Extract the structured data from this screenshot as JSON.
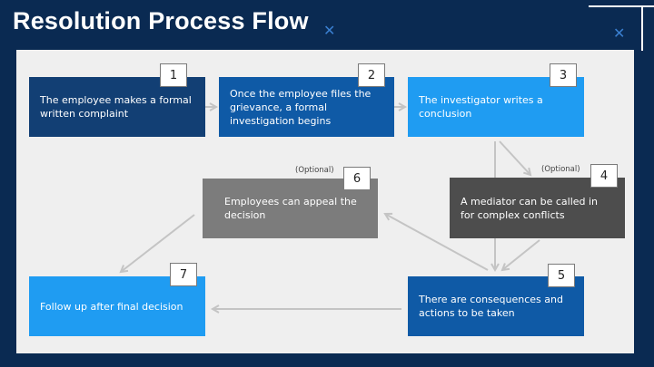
{
  "title": "Resolution Process Flow",
  "decor": {
    "x_glyph": "✕"
  },
  "colors": {
    "background": "#0a2a52",
    "panel": "#efefef",
    "dark_navy": "#123f74",
    "mid_blue": "#0f5aa6",
    "light_blue": "#1f9cf2",
    "dark_gray": "#4d4d4d",
    "gray": "#7c7c7c",
    "arrow": "#c4c4c4"
  },
  "steps": [
    {
      "number": "1",
      "text": "The employee makes a formal written complaint",
      "optional_label": ""
    },
    {
      "number": "2",
      "text": "Once the employee files the grievance, a formal investigation begins",
      "optional_label": ""
    },
    {
      "number": "3",
      "text": "The investigator writes a conclusion",
      "optional_label": ""
    },
    {
      "number": "4",
      "text": "A mediator can be called in for complex conflicts",
      "optional_label": "(Optional)"
    },
    {
      "number": "5",
      "text": "There are consequences and actions to be taken",
      "optional_label": ""
    },
    {
      "number": "6",
      "text": "Employees can appeal the decision",
      "optional_label": "(Optional)"
    },
    {
      "number": "7",
      "text": "Follow up after final decision",
      "optional_label": ""
    }
  ]
}
